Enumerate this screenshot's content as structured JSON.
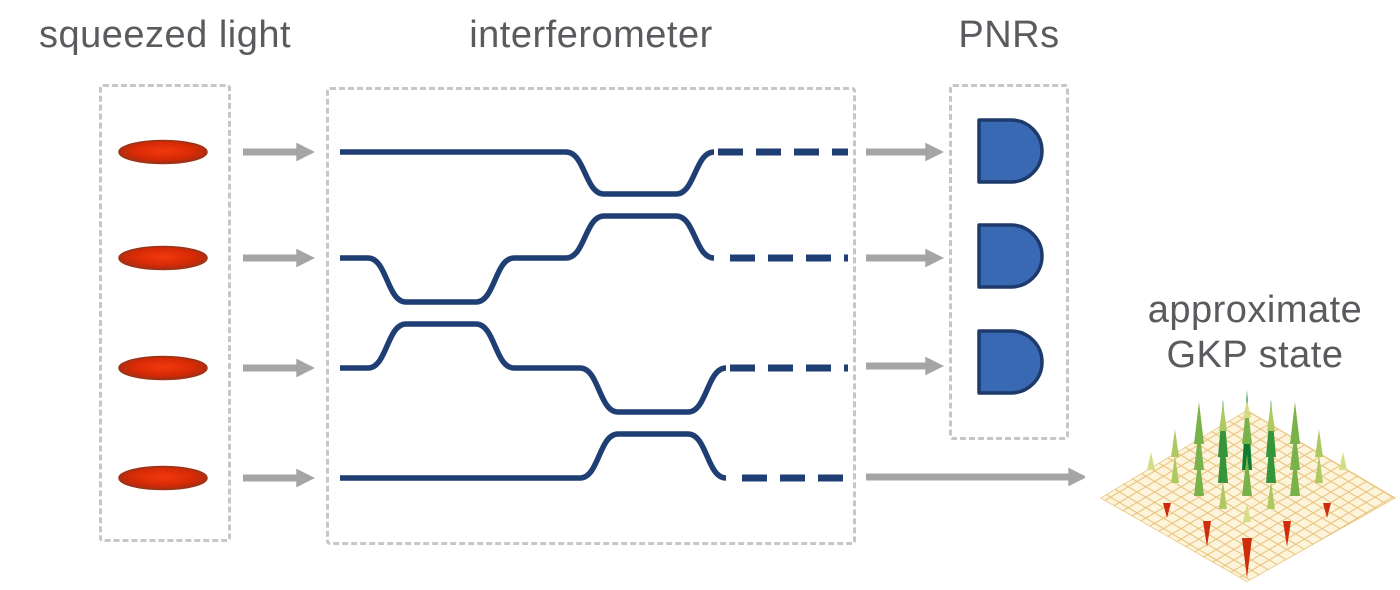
{
  "labels": {
    "squeezed_light": "squeezed light",
    "interferometer": "interferometer",
    "pnrs": "PNRs",
    "gkp_line1": "approximate",
    "gkp_line2": "GKP state"
  },
  "structure": {
    "squeezed_sources": 4,
    "interferometer_modes": 4,
    "beamsplitters": 3,
    "pnr_detectors": 3
  },
  "colors": {
    "title_gray": "#5a5b5e",
    "box_dash": "#c7c7c7",
    "arrow_gray": "#a5a5a5",
    "waveguide_navy": "#1f3e74",
    "detector_fill": "#3a69b4",
    "detector_stroke": "#1d3a6b",
    "squeezer_core": "#f2390e",
    "squeezer_mid": "#d62a06",
    "squeezer_edge": "#8e3016",
    "squeezer_rim": "#99341a",
    "wigner_surface": "#fdf4dc",
    "wigner_mesh": "#e9c47d",
    "peak_green_dark": "#0e7c31",
    "peak_green": "#36953a",
    "peak_green_mid": "#79b24a",
    "peak_green_light": "#adc962",
    "peak_green_pale": "#d3dd85",
    "peak_red": "#cf2c0c"
  }
}
